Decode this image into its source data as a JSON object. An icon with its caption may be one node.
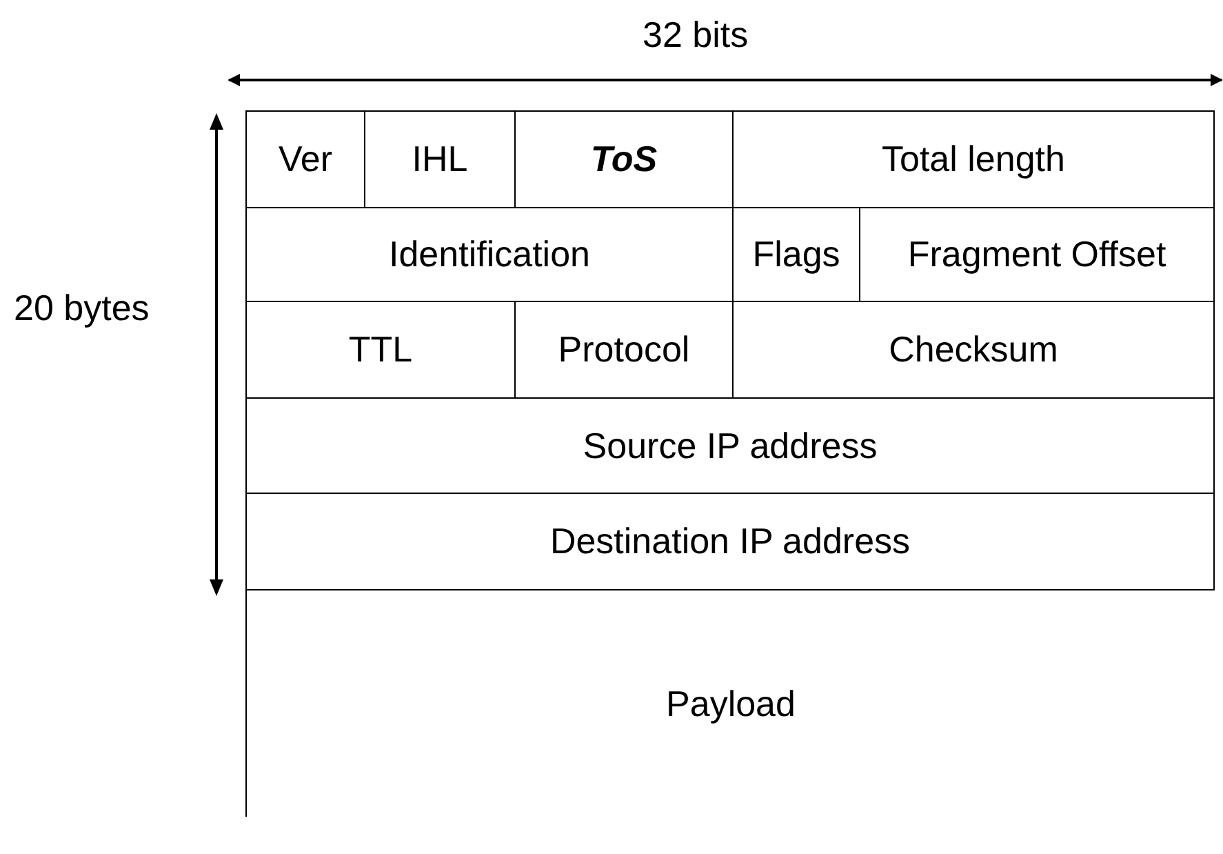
{
  "diagram": {
    "nodes": [
      {
        "text": [
          "Ver"
        ]
      },
      {
        "text": [
          "IHL"
        ]
      },
      {
        "text": [
          "ToS"
        ]
      },
      {
        "text": [
          "Total length"
        ]
      },
      {
        "text": [
          "Identification"
        ]
      },
      {
        "text": [
          "Flags"
        ]
      },
      {
        "text": [
          "Fragment Offset"
        ]
      },
      {
        "text": [
          "TTL"
        ]
      },
      {
        "text": [
          "Protocol"
        ]
      },
      {
        "text": [
          "Checksum"
        ]
      },
      {
        "text": [
          "Source IP address"
        ]
      },
      {
        "text": [
          "Destination IP address"
        ]
      },
      {
        "text": [
          "Payload"
        ]
      }
    ],
    "labels": [
      "32 bits",
      "20 bytes"
    ]
  }
}
